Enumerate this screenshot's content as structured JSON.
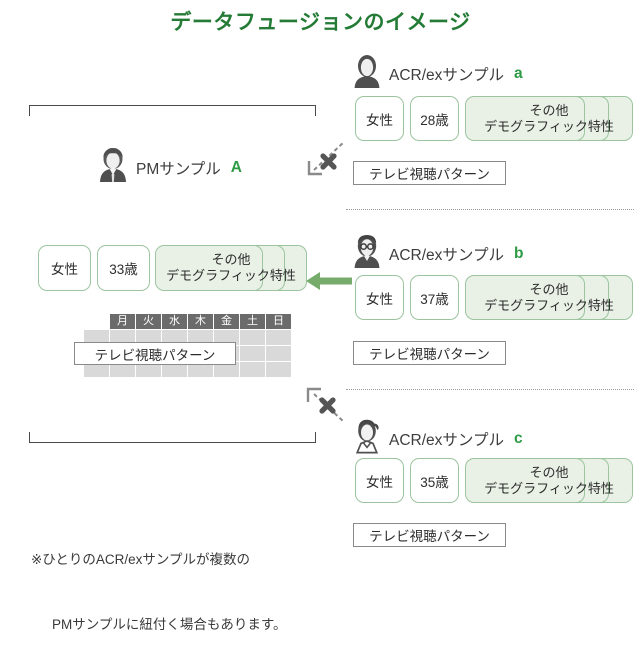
{
  "title": "データフュージョンのイメージ",
  "colors": {
    "title_green": "#237b35",
    "accent_green": "#2e9c46",
    "chip_border": "#9cc49f",
    "chip_fill": "#e9f1e6",
    "arrow_green": "#77ab6b",
    "grid_header": "#6b6b6b",
    "grid_cell": "#d9d9d9",
    "bracket": "#4a4a4a"
  },
  "pm_sample": {
    "avatar_icon": "business-person-avatar-icon",
    "name": "PMサンプル",
    "code": "A",
    "chips": [
      {
        "label": "女性"
      },
      {
        "label": "33歳"
      }
    ],
    "stack": {
      "line1": "その他",
      "line2": "デモグラフィック特性",
      "card_count": 3
    },
    "week_grid": {
      "headers": [
        "月",
        "火",
        "水",
        "木",
        "金",
        "土",
        "日"
      ],
      "row_count": 3,
      "overlay_label": "テレビ視聴パターン"
    }
  },
  "acr_samples": [
    {
      "avatar_icon": "female-avatar-icon",
      "name": "ACR/exサンプル",
      "code": "a",
      "chips": [
        {
          "label": "女性"
        },
        {
          "label": "28歳"
        }
      ],
      "stack": {
        "line1": "その他",
        "line2": "デモグラフィック特性",
        "card_count": 3
      },
      "tv_box_label": "テレビ視聴パターン",
      "link": "crossed"
    },
    {
      "avatar_icon": "glasses-person-avatar-icon",
      "name": "ACR/exサンプル",
      "code": "b",
      "chips": [
        {
          "label": "女性"
        },
        {
          "label": "37歳"
        }
      ],
      "stack": {
        "line1": "その他",
        "line2": "デモグラフィック特性",
        "card_count": 3
      },
      "tv_box_label": "テレビ視聴パターン",
      "link": "linked"
    },
    {
      "avatar_icon": "ponytail-person-avatar-icon",
      "name": "ACR/exサンプル",
      "code": "c",
      "chips": [
        {
          "label": "女性"
        },
        {
          "label": "35歳"
        }
      ],
      "stack": {
        "line1": "その他",
        "line2": "デモグラフィック特性",
        "card_count": 3
      },
      "tv_box_label": "テレビ視聴パターン",
      "link": "crossed"
    }
  ],
  "footnote": {
    "line1": "※ひとりのACR/exサンプルが複数の",
    "line2": "　  PMサンプルに紐付く場合もあります。"
  }
}
